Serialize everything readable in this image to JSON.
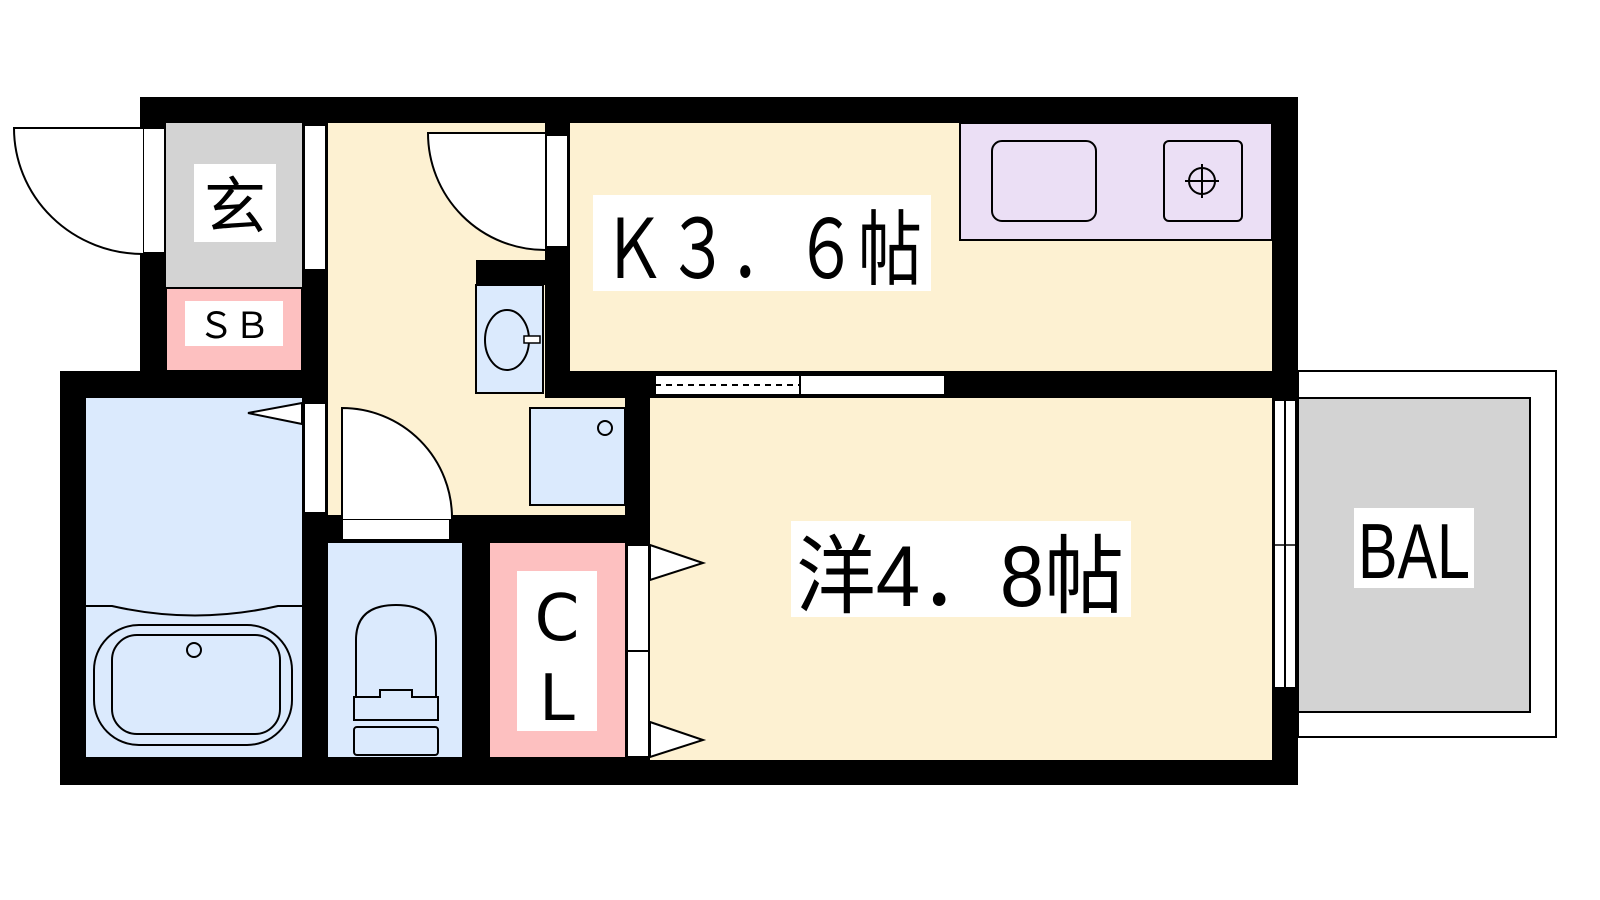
{
  "floorplan": {
    "rooms": {
      "entrance": "玄",
      "shoe_box": "ＳＢ",
      "kitchen": "Ｋ３．６帖",
      "western_room": "洋4．8帖",
      "closet_c": "C",
      "closet_l": "L",
      "balcony": "BAL"
    },
    "colors": {
      "wall": "#000000",
      "living": "#fdf1d2",
      "wet_area": "#dbeafd",
      "storage": "#fdc0c0",
      "entrance": "#d3d3d3",
      "kitchen_counter": "#ebdff5",
      "balcony": "#d3d3d3"
    }
  }
}
